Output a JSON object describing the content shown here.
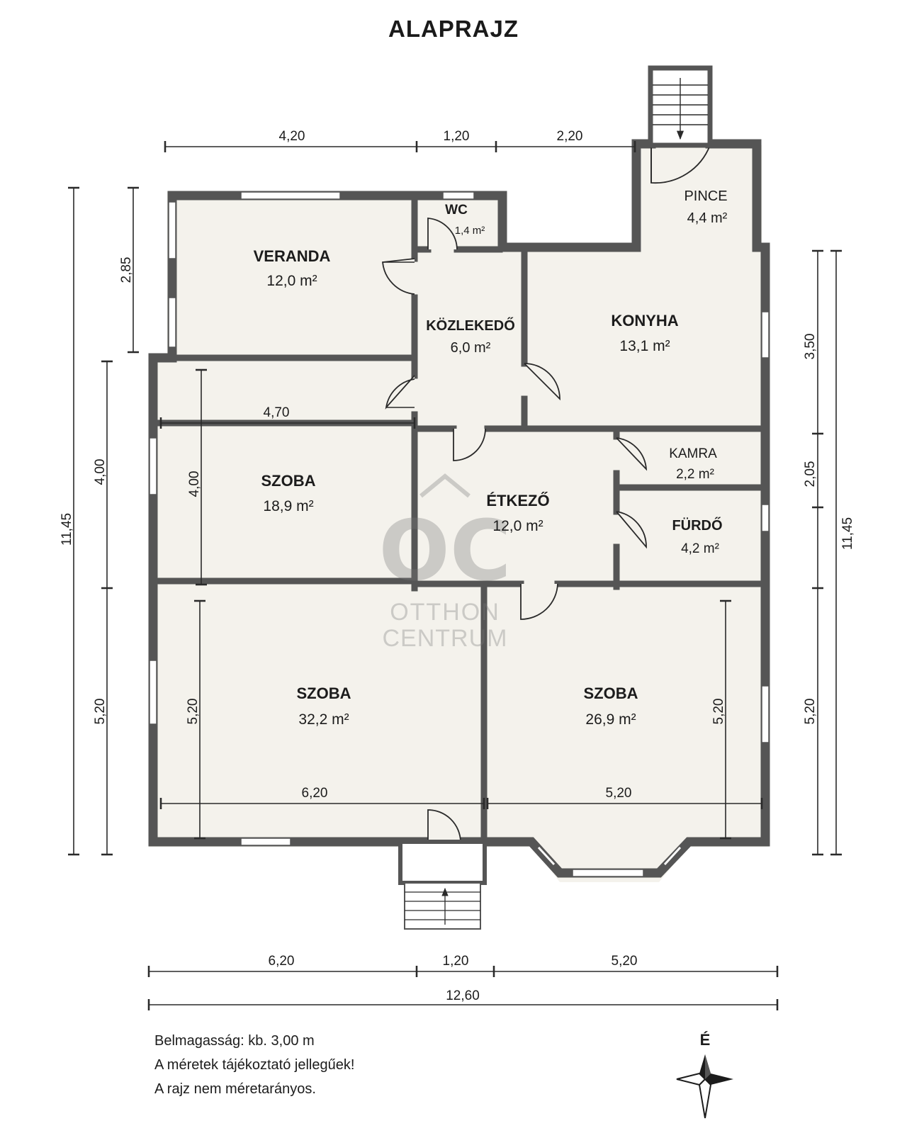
{
  "title": "ALAPRAJZ",
  "rooms": {
    "veranda": {
      "name": "VERANDA",
      "area": "12,0 m²"
    },
    "wc": {
      "name": "WC",
      "area": "1,4 m²"
    },
    "kozlekedo": {
      "name": "KÖZLEKEDŐ",
      "area": "6,0 m²"
    },
    "konyha": {
      "name": "KONYHA",
      "area": "13,1 m²"
    },
    "pince": {
      "name": "PINCE",
      "area": "4,4 m²"
    },
    "szoba1": {
      "name": "SZOBA",
      "area": "18,9 m²"
    },
    "etkezo": {
      "name": "ÉTKEZŐ",
      "area": "12,0 m²"
    },
    "kamra": {
      "name": "KAMRA",
      "area": "2,2 m²"
    },
    "furdo": {
      "name": "FÜRDŐ",
      "area": "4,2 m²"
    },
    "szoba2": {
      "name": "SZOBA",
      "area": "32,2 m²"
    },
    "szoba3": {
      "name": "SZOBA",
      "area": "26,9 m²"
    }
  },
  "dimensions": {
    "top": [
      "4,20",
      "1,20",
      "2,20"
    ],
    "bottom": [
      "6,20",
      "1,20",
      "5,20"
    ],
    "total_width": "12,60",
    "left_outer": "11,45",
    "left_inner": [
      "2,85",
      "4,00",
      "5,20"
    ],
    "right_outer": "11,45",
    "right_inner": [
      "3,50",
      "2,05",
      "5,20"
    ],
    "szoba1_width": "4,70",
    "szoba1_height": "4,00",
    "szoba2_width": "6,20",
    "szoba2_height": "5,20",
    "szoba3_width": "5,20",
    "szoba3_height": "5,20"
  },
  "watermark": {
    "logo": "OC",
    "line1": "OTTHON",
    "line2": "CENTRUM"
  },
  "compass": {
    "label": "É"
  },
  "notes": [
    "Belmagasság: kb. 3,00 m",
    "A méretek tájékoztató jellegűek!",
    "A rajz nem méretarányos."
  ],
  "colors": {
    "floor": "#f4f2ec",
    "wall": "#555555",
    "line": "#2a2a2a"
  }
}
